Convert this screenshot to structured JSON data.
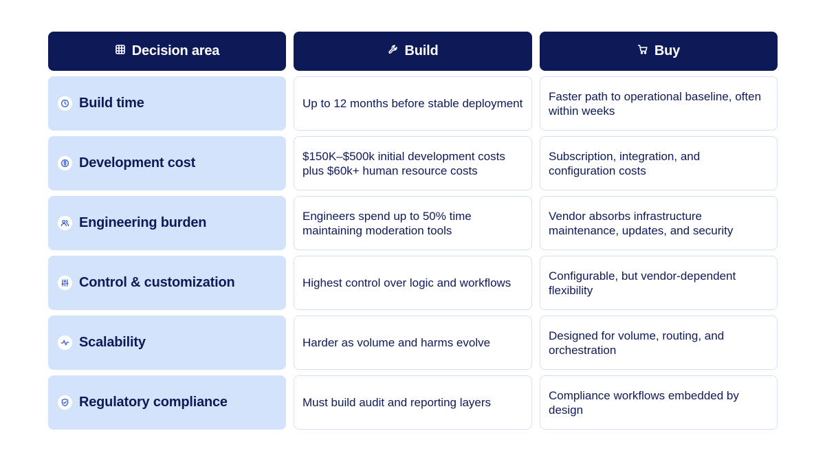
{
  "header": {
    "area_label": "Decision area",
    "area_icon": "table-icon",
    "build_label": "Build",
    "build_icon": "wrench-icon",
    "buy_label": "Buy",
    "buy_icon": "cart-icon"
  },
  "rows": [
    {
      "area": "Build time",
      "icon": "clock-icon",
      "build": "Up to 12 months before stable deployment",
      "buy": "Faster path to operational baseline, often within weeks"
    },
    {
      "area": "Development cost",
      "icon": "dollar-coin-icon",
      "build": "$150K–$500k initial development costs plus $60k+ human resource costs",
      "buy": "Subscription, integration, and configuration costs"
    },
    {
      "area": "Engineering burden",
      "icon": "users-icon",
      "build": "Engineers spend up to 50% time maintaining moderation tools",
      "buy": "Vendor absorbs infrastructure maintenance, updates, and security"
    },
    {
      "area": "Control & customization",
      "icon": "sliders-icon",
      "build": "Highest control over logic and workflows",
      "buy": "Configurable, but vendor-dependent flexibility"
    },
    {
      "area": "Scalability",
      "icon": "activity-icon",
      "build": "Harder as volume and harms evolve",
      "buy": "Designed for volume, routing, and orchestration"
    },
    {
      "area": "Regulatory compliance",
      "icon": "shield-check-icon",
      "build": "Must build audit and reporting layers",
      "buy": "Compliance workflows embedded by design"
    }
  ],
  "colors": {
    "header_bg": "#0e1a57",
    "area_bg": "#d4e3fc",
    "cell_border": "#d2e1f8",
    "icon_accent": "#3b63d8"
  }
}
